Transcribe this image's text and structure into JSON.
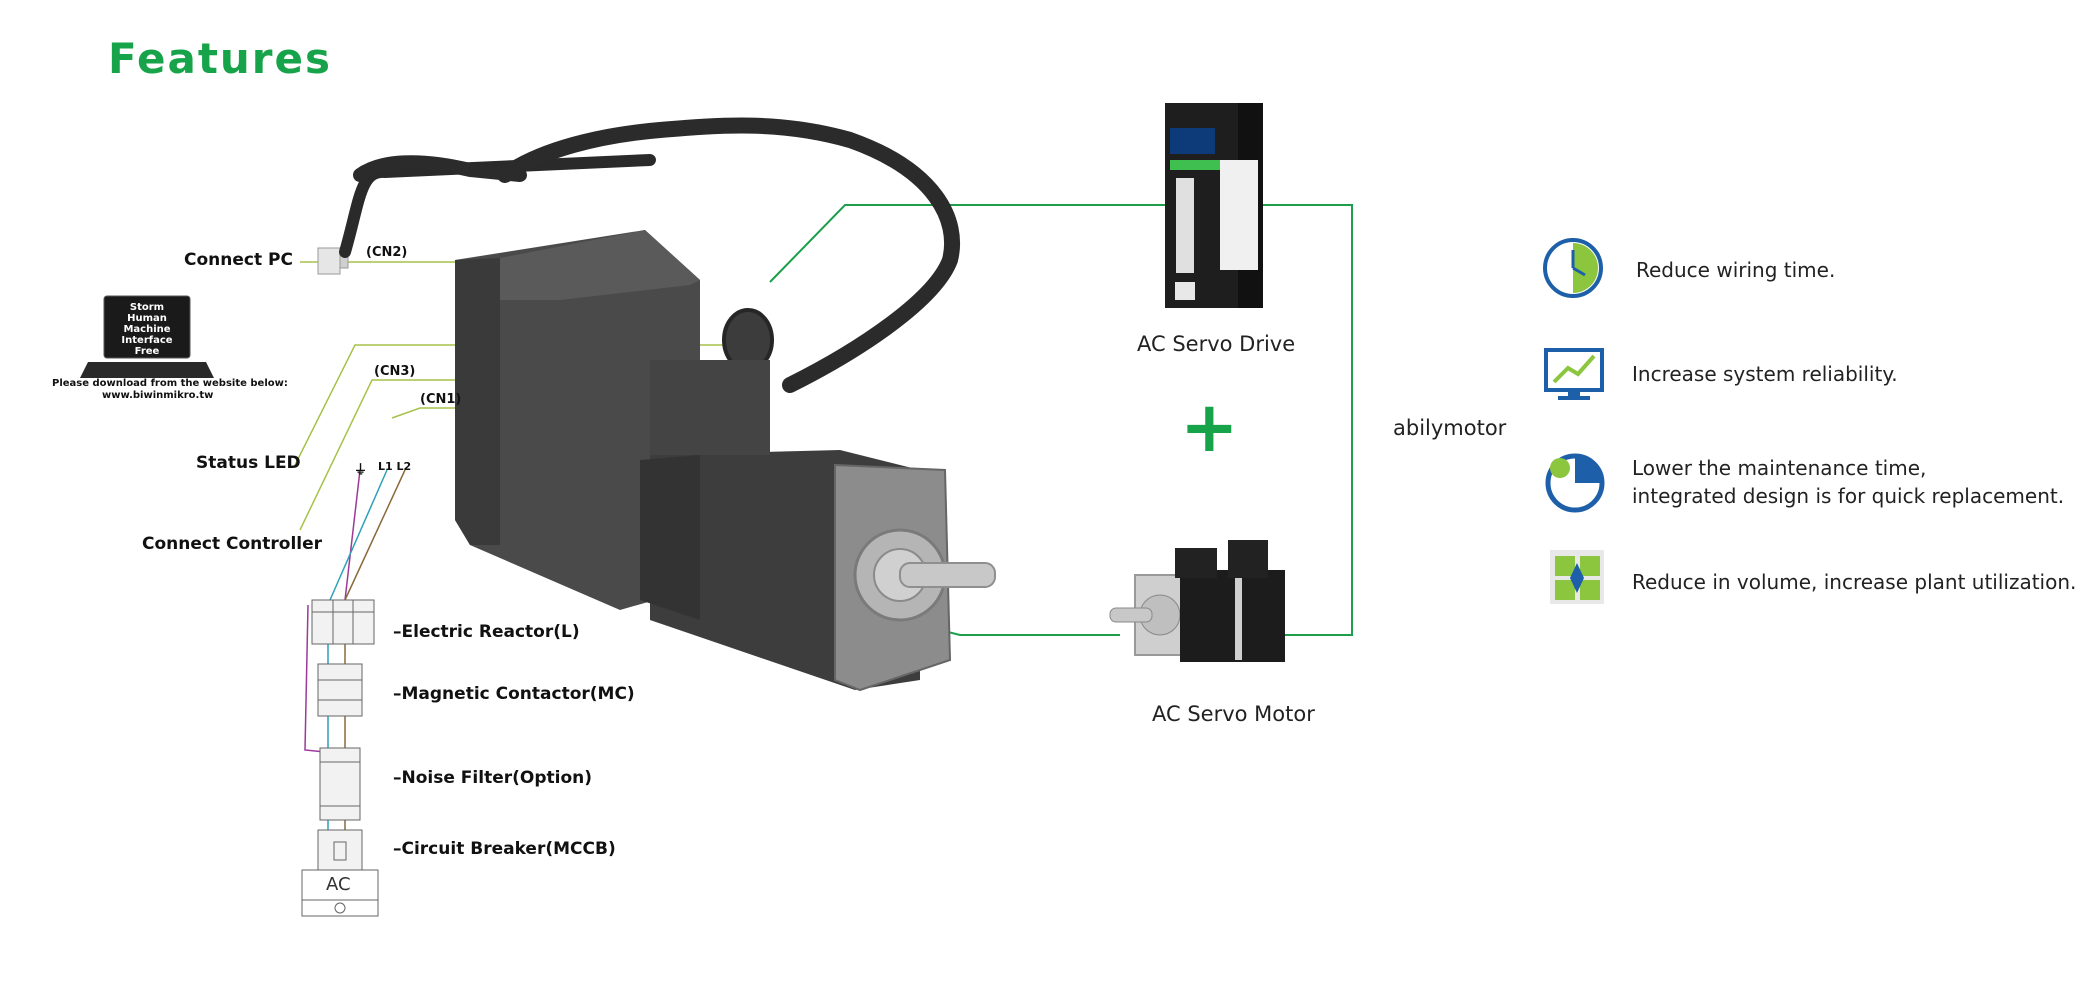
{
  "title": "Features",
  "left_labels": {
    "connect_pc": "Connect  PC",
    "cn2": "(CN2)",
    "cn3": "(CN3)",
    "cn1": "(CN1)",
    "status_led": "Status LED",
    "connect_controller": "Connect Controller",
    "terminal_ground": "⏚",
    "terminal_l1l2": "L1 L2"
  },
  "laptop": {
    "screen_lines": [
      "Storm",
      "Human",
      "Machine Interface",
      "Free"
    ],
    "download_note": "Please download from the website below:",
    "url": "www.biwinmikro.tw"
  },
  "power_chain": [
    "Electric Reactor(L)",
    "Magnetic Contactor(MC)",
    "Noise Filter(Option)",
    "Circuit Breaker(MCCB)"
  ],
  "ac_label": "AC",
  "drive_label": "AC Servo Drive",
  "motor_label": "AC Servo Motor",
  "plus_sign": "+",
  "brand": "abilymotor",
  "features": [
    {
      "icon": "clock-icon",
      "text": "Reduce wiring time."
    },
    {
      "icon": "monitor-chart-icon",
      "text": "Increase system reliability."
    },
    {
      "icon": "gear-wrench-icon",
      "text": "Lower the maintenance time,",
      "text2": "integrated design is for quick replacement."
    },
    {
      "icon": "layout-grid-icon",
      "text": "Reduce in volume, increase plant utilization."
    }
  ],
  "colors": {
    "accent": "#16a34a",
    "line_green": "#1c9e4a",
    "olive": "#a6c24a",
    "icon_blue": "#1d5fa8"
  }
}
